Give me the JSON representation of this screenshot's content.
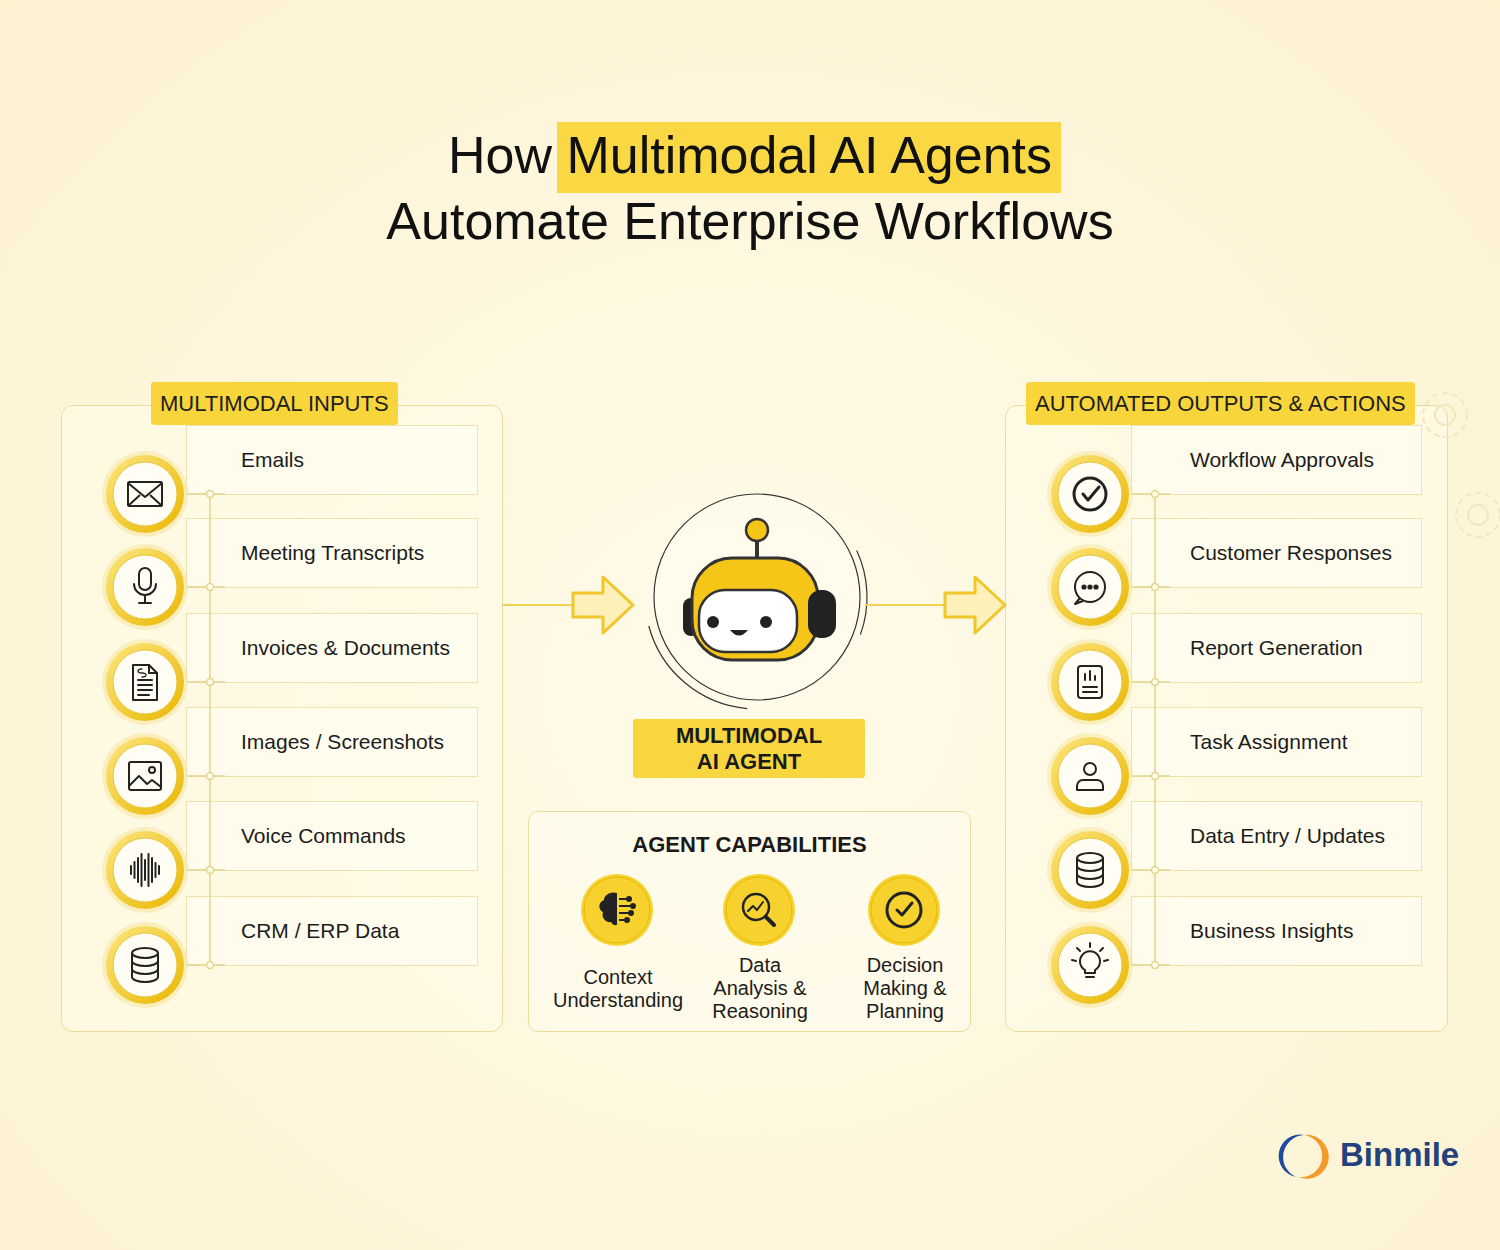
{
  "diagram": {
    "title": "How Multimodal AI Agents Automate Enterprise Workflows",
    "nodes": [
      {
        "text": [
          "MULTIMODAL INPUTS"
        ]
      },
      {
        "text": [
          "Emails"
        ],
        "in": 0
      },
      {
        "text": [
          "Meeting Transcripts"
        ],
        "in": 0
      },
      {
        "text": [
          "Invoices & Documents"
        ],
        "in": 0
      },
      {
        "text": [
          "Images / Screenshots"
        ],
        "in": 0
      },
      {
        "text": [
          "Voice Commands"
        ],
        "in": 0
      },
      {
        "text": [
          "CRM / ERP Data"
        ],
        "in": 0
      },
      {
        "text": [
          "MULTIMODAL AI AGENT"
        ]
      },
      {
        "text": [
          "AGENT CAPABILITIES"
        ]
      },
      {
        "text": [
          "Context Understanding"
        ],
        "in": 8
      },
      {
        "text": [
          "Data Analysis & Reasoning"
        ],
        "in": 8
      },
      {
        "text": [
          "Decision Making & Planning"
        ],
        "in": 8
      },
      {
        "text": [
          "AUTOMATED OUTPUTS & ACTIONS"
        ]
      },
      {
        "text": [
          "Workflow Approvals"
        ],
        "in": 12
      },
      {
        "text": [
          "Customer Responses"
        ],
        "in": 12
      },
      {
        "text": [
          "Report Generation"
        ],
        "in": 12
      },
      {
        "text": [
          "Task Assignment"
        ],
        "in": 12
      },
      {
        "text": [
          "Data Entry / Updates"
        ],
        "in": 12
      },
      {
        "text": [
          "Business Insights"
        ],
        "in": 12
      }
    ],
    "edges": [
      {
        "from": 0,
        "to": 7,
        "arrow": "to"
      },
      {
        "from": 7,
        "to": 12,
        "arrow": "to"
      }
    ],
    "labels": [
      "Binmile"
    ]
  }
}
